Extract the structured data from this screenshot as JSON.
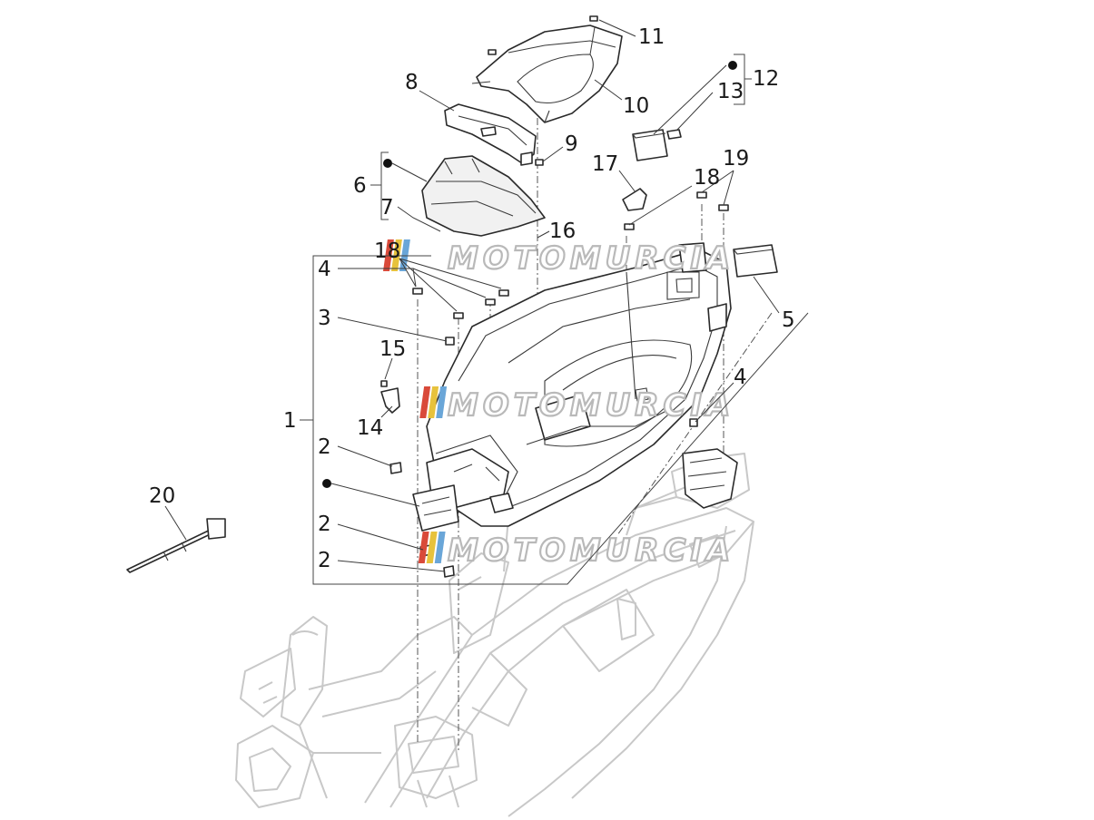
{
  "watermark": {
    "brand": "MOTOMURCIA",
    "stripe_colors": [
      "#d94a3a",
      "#e7c23c",
      "#6aa6d8"
    ]
  },
  "callouts": {
    "c1": "1",
    "c2a": "2",
    "c2b": "2",
    "c2c": "2",
    "c3": "3",
    "c4a": "4",
    "c4b": "4",
    "c5": "5",
    "c6": "6",
    "c7": "7",
    "c8": "8",
    "c9": "9",
    "c10": "10",
    "c11": "11",
    "c12": "12",
    "c13": "13",
    "c14": "14",
    "c15": "15",
    "c16": "16",
    "c17": "17",
    "c18a": "18",
    "c18b": "18",
    "c19": "19",
    "c20": "20"
  },
  "colors": {
    "line": "#2a2a2a",
    "frame": "#c8c8c8",
    "text": "#1a1a1a"
  }
}
